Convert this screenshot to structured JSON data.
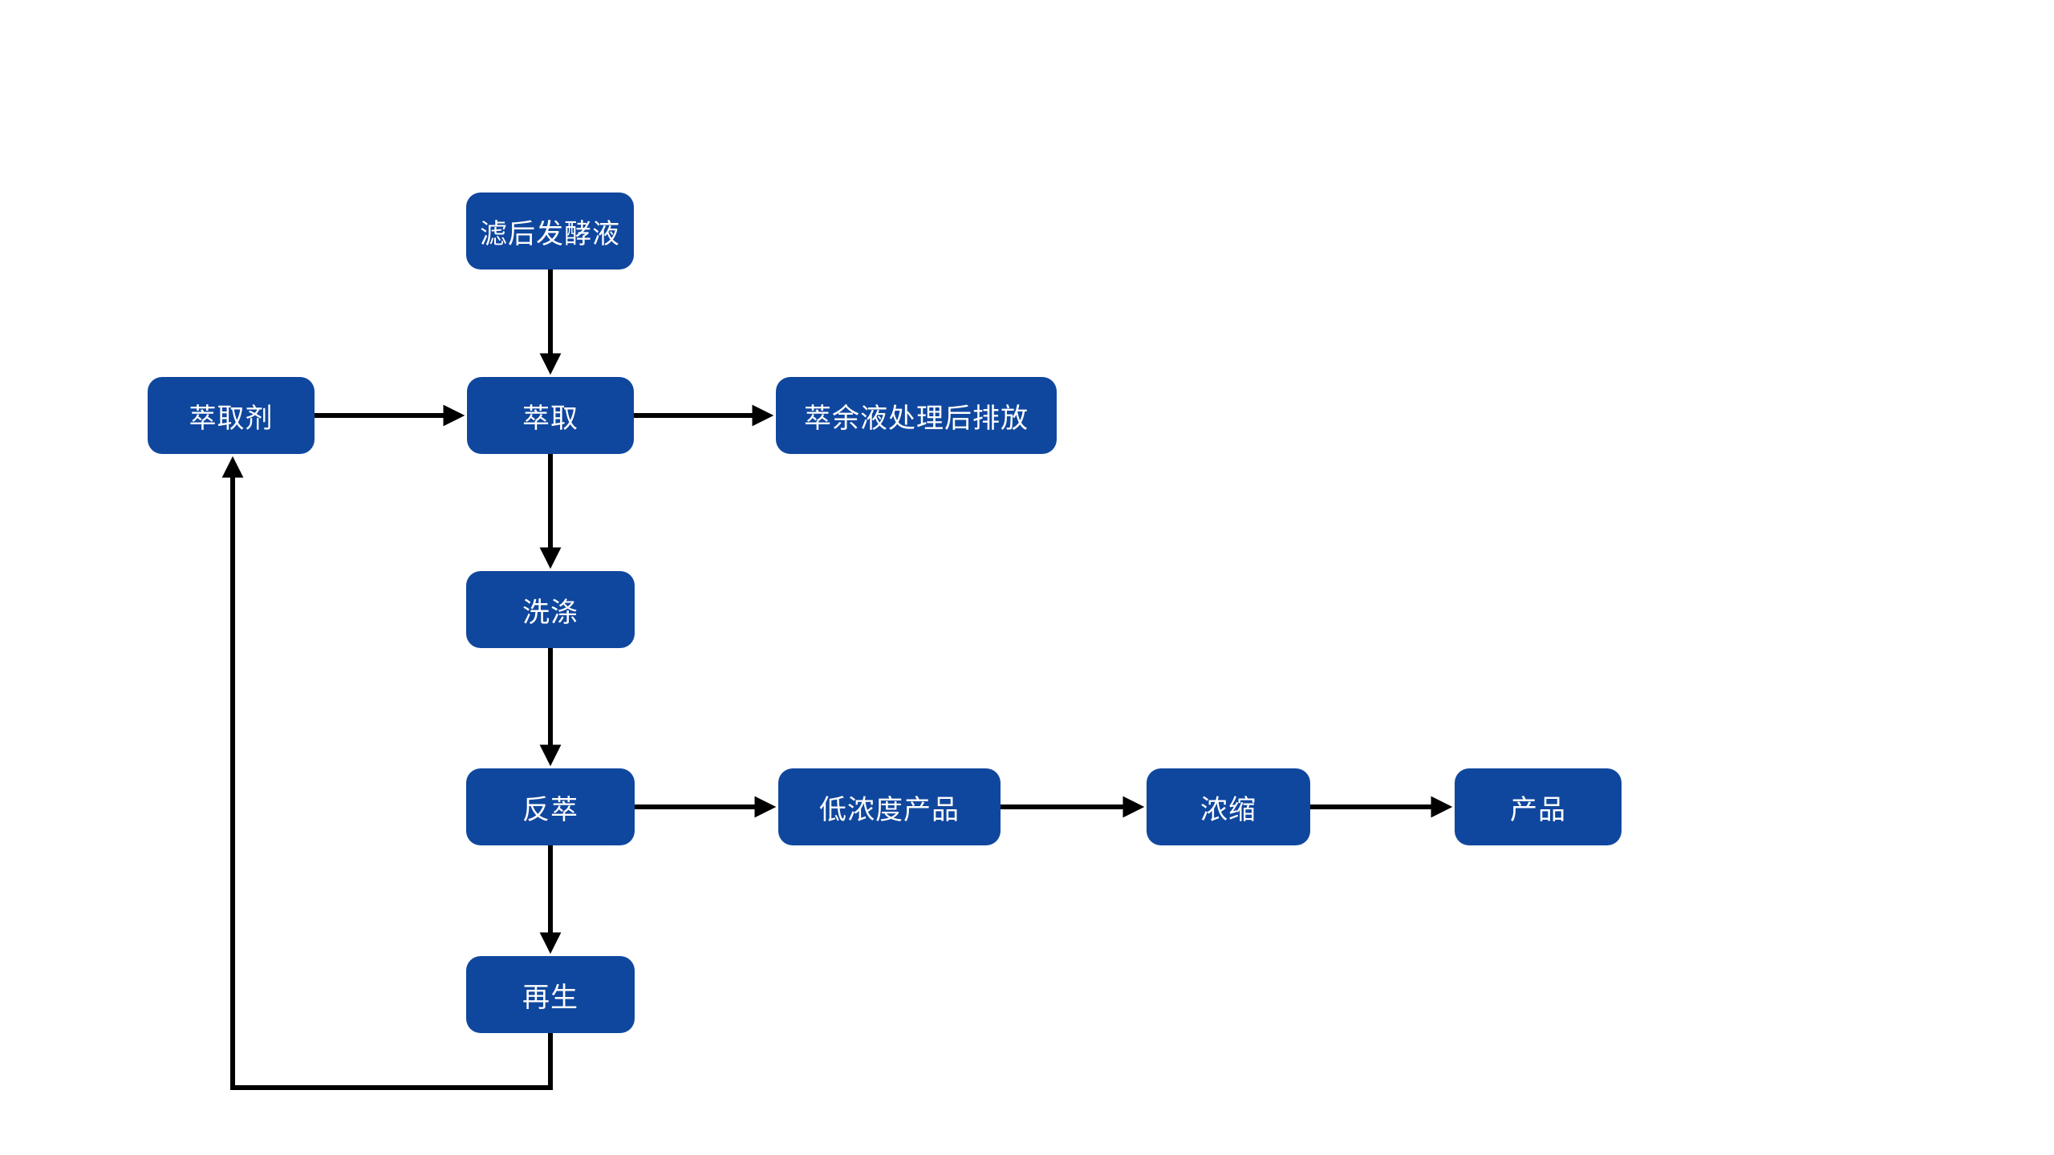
{
  "diagram": {
    "type": "flowchart",
    "description": "Solvent extraction process flow for fermentation broth product recovery",
    "colors": {
      "node_fill": "#10479E",
      "node_text": "#FFFFFF",
      "arrow": "#000000",
      "background": "#FFFFFF"
    },
    "nodes": [
      {
        "id": "filtered-fermentation-broth",
        "label": "滤后发酵液"
      },
      {
        "id": "extractant",
        "label": "萃取剂"
      },
      {
        "id": "extraction",
        "label": "萃取"
      },
      {
        "id": "raffinate-discharge",
        "label": "萃余液处理后排放"
      },
      {
        "id": "washing",
        "label": "洗涤"
      },
      {
        "id": "back-extraction",
        "label": "反萃"
      },
      {
        "id": "low-concentration-product",
        "label": "低浓度产品"
      },
      {
        "id": "concentration",
        "label": "浓缩"
      },
      {
        "id": "product",
        "label": "产品"
      },
      {
        "id": "regeneration",
        "label": "再生"
      }
    ],
    "edges": [
      {
        "from": "filtered-fermentation-broth",
        "to": "extraction"
      },
      {
        "from": "extractant",
        "to": "extraction"
      },
      {
        "from": "extraction",
        "to": "raffinate-discharge"
      },
      {
        "from": "extraction",
        "to": "washing"
      },
      {
        "from": "washing",
        "to": "back-extraction"
      },
      {
        "from": "back-extraction",
        "to": "low-concentration-product"
      },
      {
        "from": "low-concentration-product",
        "to": "concentration"
      },
      {
        "from": "concentration",
        "to": "product"
      },
      {
        "from": "back-extraction",
        "to": "regeneration"
      },
      {
        "from": "regeneration",
        "to": "extractant"
      }
    ]
  }
}
